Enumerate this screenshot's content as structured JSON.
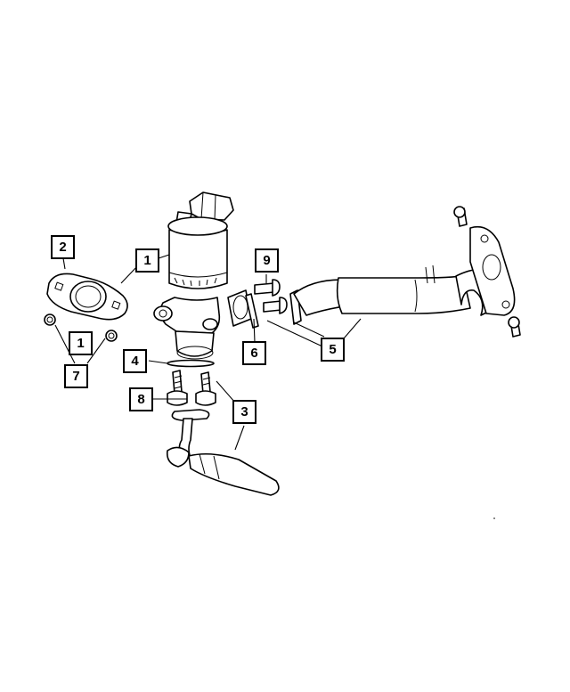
{
  "callouts": {
    "c1a": "1",
    "c2": "2",
    "c1b": "1",
    "c7": "7",
    "c4": "4",
    "c8": "8",
    "c3": "3",
    "c9": "9",
    "c6": "6",
    "c5": "5"
  }
}
